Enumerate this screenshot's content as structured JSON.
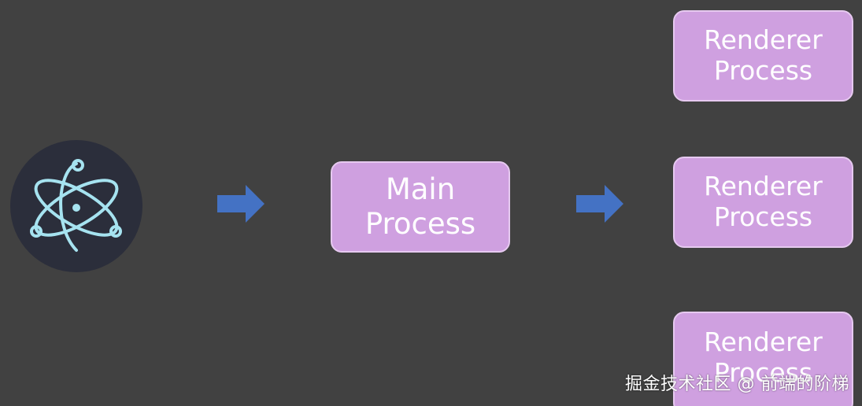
{
  "diagram": {
    "logo_icon": "electron-atom-icon",
    "arrow_color": "#4472c4",
    "box_color": "#cfa0e0",
    "main_process": {
      "line1": "Main",
      "line2": "Process"
    },
    "renderer_processes": [
      {
        "line1": "Renderer",
        "line2": "Process"
      },
      {
        "line1": "Renderer",
        "line2": "Process"
      },
      {
        "line1": "Renderer",
        "line2": "Process"
      }
    ]
  },
  "watermark": "掘金技术社区 @ 前端的阶梯"
}
